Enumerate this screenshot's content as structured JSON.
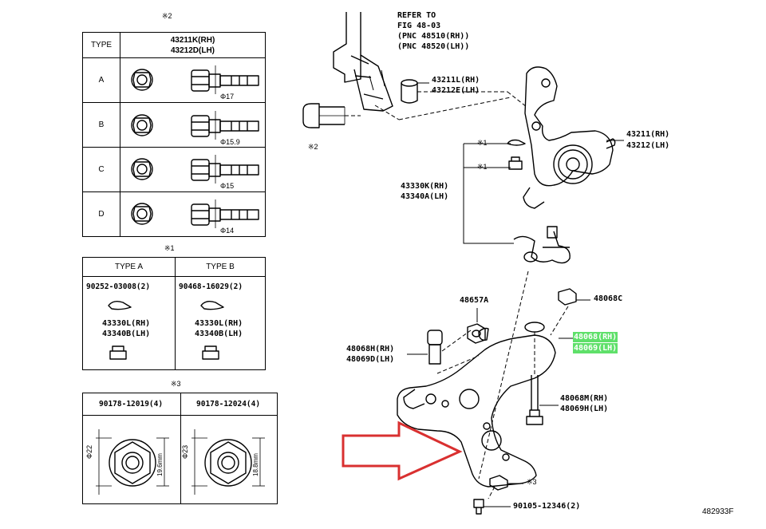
{
  "tables": {
    "t1": {
      "note": "※2",
      "header_type": "TYPE",
      "header_parts": [
        "43211K(RH)",
        "43212D(LH)"
      ],
      "rows": [
        {
          "type": "A",
          "dia": "Φ17"
        },
        {
          "type": "B",
          "dia": "Φ15.9"
        },
        {
          "type": "C",
          "dia": "Φ15"
        },
        {
          "type": "D",
          "dia": "Φ14"
        }
      ]
    },
    "t2": {
      "note": "※1",
      "col_a": "TYPE A",
      "col_b": "TYPE B",
      "part_a": "90252-03008(2)",
      "part_b": "90468-16029(2)",
      "nut_a": [
        "43330L(RH)",
        "43340B(LH)"
      ],
      "nut_b": [
        "43330L(RH)",
        "43340B(LH)"
      ]
    },
    "t3": {
      "note": "※3",
      "part_a": "90178-12019(4)",
      "part_b": "90178-12024(4)",
      "dia_a": "Φ22",
      "dia_b": "Φ23",
      "h_a": "19.6mm",
      "h_b": "18.8mm"
    }
  },
  "callouts": {
    "refer": [
      "REFER TO",
      "FIG 48-03",
      "(PNC 48510(RH))",
      "(PNC 48520(LH))"
    ],
    "bushing_top": [
      "43211L(RH)",
      "43212E(LH)"
    ],
    "knuckle": [
      "43211(RH)",
      "43212(LH)"
    ],
    "bolt_note": "※2",
    "pin_note_1": "※1",
    "pin_note_2": "※1",
    "ball_joint": [
      "43330K(RH)",
      "43340A(LH)"
    ],
    "bushing_48657": "48657A",
    "nut_48068c": "48068C",
    "arm_hl": [
      "48068(RH)",
      "48069(LH)"
    ],
    "bolt_48068h": [
      "48068H(RH)",
      "48069D(LH)"
    ],
    "bolt_48068m": [
      "48068M(RH)",
      "48069H(LH)"
    ],
    "nut_note": "※3",
    "bolt_90105": "90105-12346(2)",
    "fig_id": "482933F"
  },
  "colors": {
    "highlight": "#5fe06a",
    "arrow": "#d93030"
  }
}
